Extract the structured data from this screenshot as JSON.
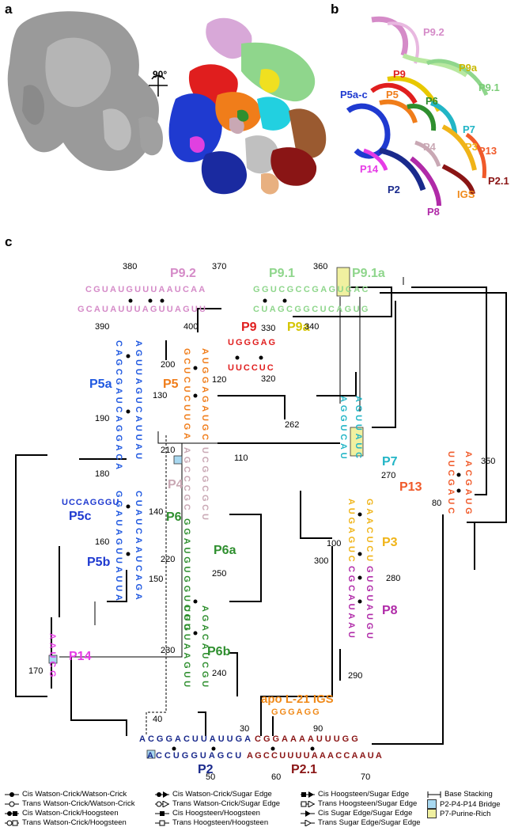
{
  "panels": {
    "a": "a",
    "b": "b",
    "c": "c"
  },
  "rotation_label": "90°",
  "structure_labels_b": {
    "P9_2": "P9.2",
    "P9": "P9",
    "P9a": "P9a",
    "P9_1": "P9.1",
    "P5a_c": "P5a-c",
    "P5": "P5",
    "P6": "P6",
    "P7": "P7",
    "P3": "P3",
    "P4": "P4",
    "P13": "P13",
    "P14": "P14",
    "P2": "P2",
    "IGS": "IGS",
    "P2_1": "P2.1",
    "P8": "P8"
  },
  "colors": {
    "P9_2": "#d58bc8",
    "P9_1": "#8fd68c",
    "P9": "#e01e1e",
    "P9a": "#d4c400",
    "P5": "#f07d1a",
    "P5abc": "#1f58e0",
    "P4": "#c9a8b4",
    "P6": "#2f8f2f",
    "P7": "#22b5c6",
    "P3": "#f0b418",
    "P8": "#b02aa8",
    "P13": "#f05a2a",
    "P14": "#e63ce6",
    "P2": "#1a2a8c",
    "P2_1": "#8a1515",
    "IGS": "#f08a1a",
    "bridge": "#a8d8f0",
    "purine": "#f0f0a0"
  },
  "helix_labels_c": {
    "P9_2": "P9.2",
    "P9_1": "P9.1",
    "P9_1a": "P9.1a",
    "P9": "P9",
    "P9a": "P9a",
    "P5a": "P5a",
    "P5": "P5",
    "P5c": "P5c",
    "P5b": "P5b",
    "P4": "P4",
    "P6": "P6",
    "P6a": "P6a",
    "P6b": "P6b",
    "P7": "P7",
    "P3": "P3",
    "P8": "P8",
    "P13": "P13",
    "P14": "P14",
    "P2": "P2",
    "P2_1": "P2.1",
    "igs": "apo L-21 IGS"
  },
  "sequences": {
    "p92_top": "CGUAUGUUUAAUCAA",
    "p92_bot": "GCAUAUUUAGUUAGUU",
    "p91_top": "GGUCGCCGAGUCAC",
    "p91_bot": "CUAGCGGCUCAGUG",
    "p9_top": "UGGGAG",
    "p9_bot": "UUCCUC",
    "p2_top": "ACGGACUUAUUGA",
    "p2_bot": "ACCUGGUAGCU",
    "p21_top": "CGGAAAAUUUGG",
    "p21_bot": "AGCCUUUUAAACCAAUA",
    "igs": "GGGAGG",
    "p5c": "UCCAGGGU",
    "p5a_left": "CAGCGAUCAGGACA",
    "p5a_right": "AGUUAGUCAUUAU",
    "p5b_left": "GGAUAGUUAUUA",
    "p5b_right": "CUAUCAAUCAGA",
    "p5_left": "GCUCUCUUGA",
    "p5_right": "AUGGAGAUGC",
    "p4_left": "AGCCCGC",
    "p4_right": "UCGGCGCU",
    "p6": "GGAUGUGGUCGU",
    "p6b_left": "UUGUAAGUU",
    "p6b_right": "AGACAUCGU",
    "p7_left": "AGGUCAU",
    "p7_right": "AGUUAUC",
    "p3_left": "AUGAGUC",
    "p3_right": "GAACUCU",
    "p8_left": "CGCAUAAU",
    "p8_right": "GUGUAUGU",
    "p13_left": "UUCGAUC",
    "p13_right": "AACGAUG",
    "p14": "AAUCG"
  },
  "numbers": {
    "n380": "380",
    "n370": "370",
    "n360": "360",
    "n390": "390",
    "n400": "400",
    "n340": "340",
    "n330": "330",
    "n320": "320",
    "n200": "200",
    "n120": "120",
    "n130": "130",
    "n190": "190",
    "n180": "180",
    "n210": "210",
    "n110": "110",
    "n140": "140",
    "n160": "160",
    "n220": "220",
    "n250": "250",
    "n150": "150",
    "n230": "230",
    "n240": "240",
    "n262": "262",
    "n270": "270",
    "n100": "100",
    "n300": "300",
    "n280": "280",
    "n290": "290",
    "n350": "350",
    "n80": "80",
    "n170": "170",
    "n40": "40",
    "n30": "30",
    "n90": "90",
    "n50": "50",
    "n60": "60",
    "n70": "70"
  },
  "legend": [
    {
      "symbol": "cis-wc-wc",
      "label": "Cis Watson-Crick/Watson-Crick"
    },
    {
      "symbol": "trans-wc-wc",
      "label": "Trans Watson-Crick/Watson-Crick"
    },
    {
      "symbol": "cis-wc-hoog",
      "label": "Cis Watson-Crick/Hoogsteen"
    },
    {
      "symbol": "trans-wc-hoog",
      "label": "Trans Watson-Crick/Hoogsteen"
    },
    {
      "symbol": "cis-wc-sugar",
      "label": "Cis Watson-Crick/Sugar Edge"
    },
    {
      "symbol": "trans-wc-sugar",
      "label": "Trans Watson-Crick/Sugar Edge"
    },
    {
      "symbol": "cis-hoog-hoog",
      "label": "Cis Hoogsteen/Hoogsteen"
    },
    {
      "symbol": "trans-hoog-hoog",
      "label": "Trans Hoogsteen/Hoogsteen"
    },
    {
      "symbol": "cis-hoog-sugar",
      "label": "Cis Hoogsteen/Sugar Edge"
    },
    {
      "symbol": "trans-hoog-sugar",
      "label": "Trans Hoogsteen/Sugar Edge"
    },
    {
      "symbol": "cis-sugar-sugar",
      "label": "Cis Sugar Edge/Sugar Edge"
    },
    {
      "symbol": "trans-sugar-sugar",
      "label": "Trans Sugar Edge/Sugar Edge"
    },
    {
      "symbol": "base-stacking",
      "label": "Base Stacking"
    },
    {
      "symbol": "bridge-swatch",
      "label": "P2-P4-P14 Bridge"
    },
    {
      "symbol": "purine-swatch",
      "label": "P7-Purine-Rich"
    }
  ]
}
